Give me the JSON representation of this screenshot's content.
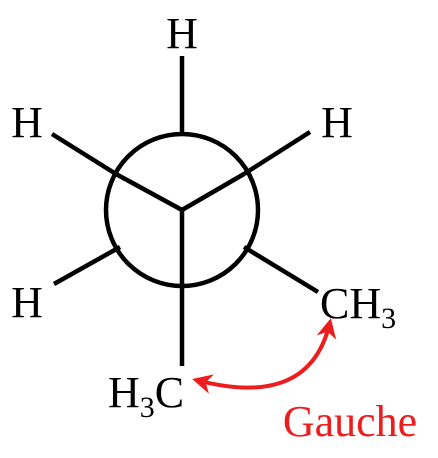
{
  "molecule": {
    "front_atoms": {
      "top": "H",
      "lower_left": "H",
      "lower_right_group": "CH",
      "lower_right_subscript": "3"
    },
    "back_atoms": {
      "upper_left": "H",
      "upper_right": "H",
      "bottom_group_prefix": "H",
      "bottom_group_subscript": "3",
      "bottom_group_suffix": "C"
    }
  },
  "annotation": {
    "label": "Gauche",
    "color": "#ee1c1c"
  },
  "colors": {
    "bond": "#000000",
    "arrow": "#ee1c1c"
  }
}
